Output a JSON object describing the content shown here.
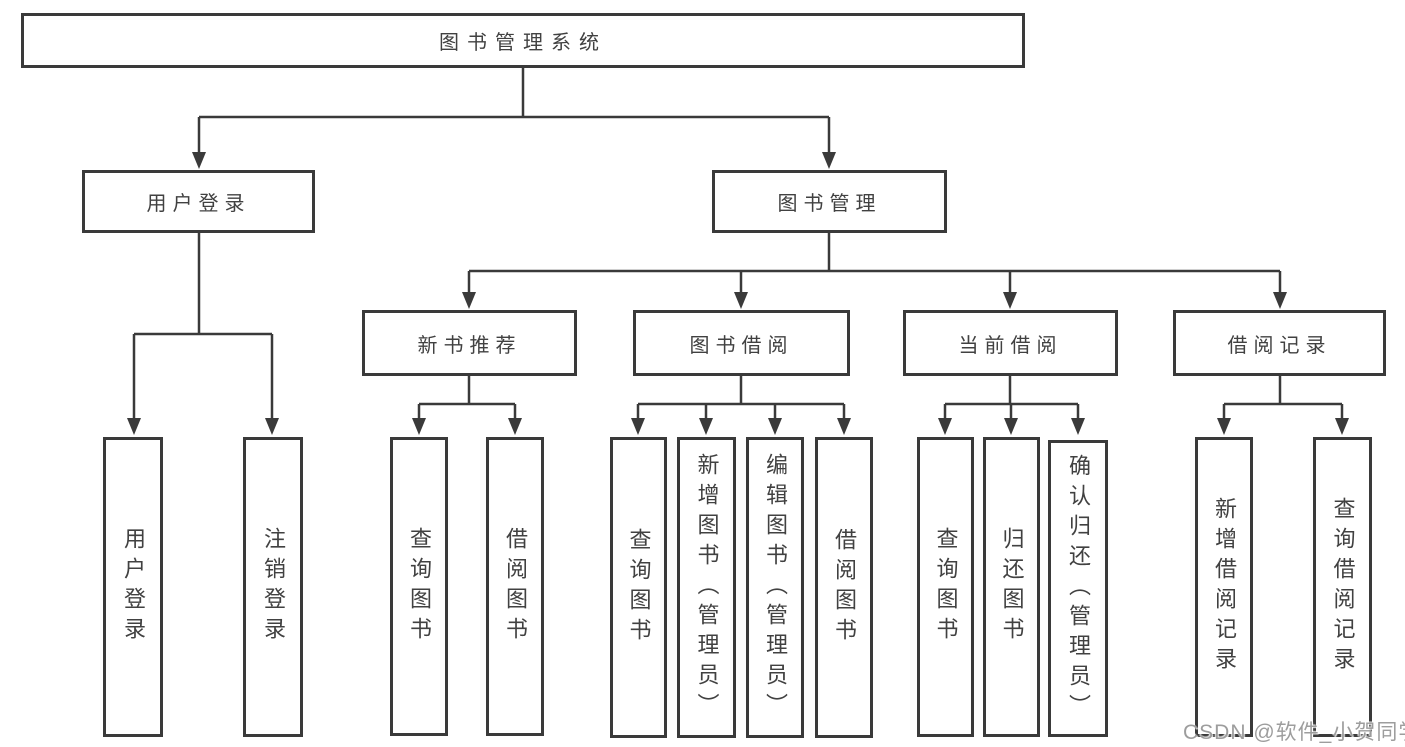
{
  "tree": {
    "label": "图书管理系统",
    "children": [
      {
        "label": "用户登录",
        "children": [
          {
            "label": "用户登录"
          },
          {
            "label": "注销登录"
          }
        ]
      },
      {
        "label": "图书管理",
        "children": [
          {
            "label": "新书推荐",
            "children": [
              {
                "label": "查询图书"
              },
              {
                "label": "借阅图书"
              }
            ]
          },
          {
            "label": "图书借阅",
            "children": [
              {
                "label": "查询图书"
              },
              {
                "label": "新增图书（管理员）"
              },
              {
                "label": "编辑图书（管理员）"
              },
              {
                "label": "借阅图书"
              }
            ]
          },
          {
            "label": "当前借阅",
            "children": [
              {
                "label": "查询图书"
              },
              {
                "label": "归还图书"
              },
              {
                "label": "确认归还（管理员）"
              }
            ]
          },
          {
            "label": "借阅记录",
            "children": [
              {
                "label": "新增借阅记录"
              },
              {
                "label": "查询借阅记录"
              }
            ]
          }
        ]
      }
    ]
  },
  "colors": {
    "line": "#3a3a3a",
    "text": "#414141",
    "watermark": "#9d9d9d"
  },
  "watermark": "CSDN @软件_小贺同学"
}
